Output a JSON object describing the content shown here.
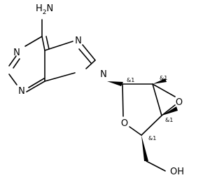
{
  "molecule": {
    "labels": {
      "nh2_n": "N",
      "nh2_h": "H",
      "nh2_sub": "2",
      "n1": "N",
      "n3": "N",
      "n7": "N",
      "n9": "N",
      "ring_o": "O",
      "epoxide_o": "O",
      "hydroxyl": "OH"
    },
    "stereo": {
      "c1": "&1",
      "c2": "&1",
      "c3": "&1",
      "c4": "&1"
    }
  }
}
